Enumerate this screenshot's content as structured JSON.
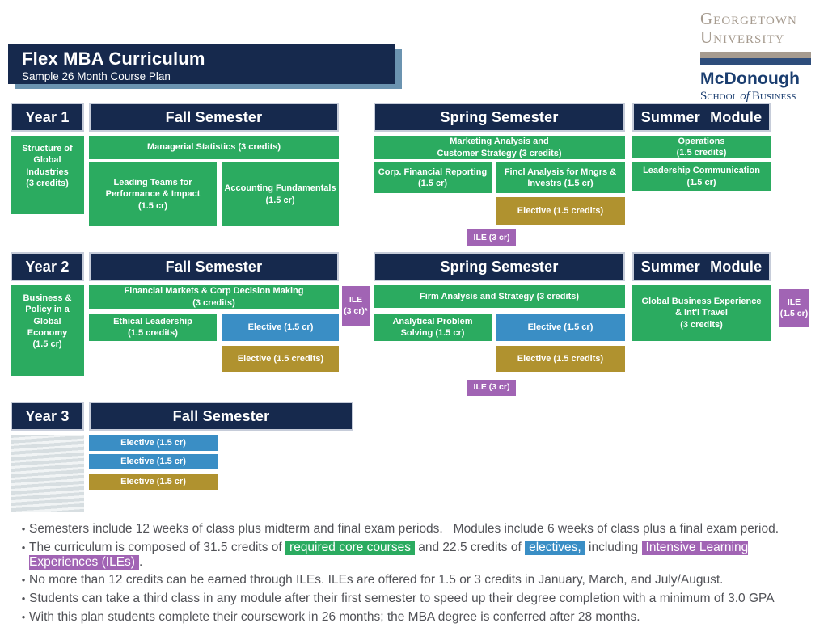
{
  "banner": {
    "title": "Flex MBA Curriculum",
    "subtitle": "Sample 26 Month Course Plan"
  },
  "logo": {
    "university_line1": "Georgetown",
    "university_line2": "University",
    "school_name": "McDonough",
    "school_line_pre": "School",
    "school_line_of": "of",
    "school_line_post": "Business"
  },
  "colors": {
    "navy": "#16294d",
    "core_green": "#2bab60",
    "elective_blue": "#3a8ec5",
    "elective_gold": "#b0922f",
    "ile_purple": "#a164b4",
    "banner_shadow": "#6b93b0",
    "wordmark_taupe": "#a69b8f",
    "logo_navy": "#1b3e70"
  },
  "bullet_char": "•",
  "year1": {
    "label": "Year 1",
    "side_course": "Structure of\nGlobal\nIndustries\n(3 credits)",
    "fall_header": "Fall Semester",
    "fall_c1": "Managerial Statistics (3 credits)",
    "fall_c2": "Leading Teams for\nPerformance & Impact\n(1.5 cr)",
    "fall_c3": "Accounting Fundamentals\n(1.5 cr)",
    "spring_header": "Spring Semester",
    "spring_c1": "Marketing Analysis and\nCustomer Strategy (3 credits)",
    "spring_c2": "Corp. Financial Reporting\n(1.5 cr)",
    "spring_c3": "Fincl Analysis for Mngrs &\nInvestrs (1.5 cr)",
    "spring_elective": "Elective (1.5 credits)",
    "spring_ile": "ILE (3 cr)",
    "summer_header": "Summer Module",
    "summer_c1": "Operations\n(1.5 credits)",
    "summer_c2": "Leadership Communication\n(1.5 cr)"
  },
  "year2": {
    "label": "Year 2",
    "side_course": "Business &\nPolicy in a\nGlobal\nEconomy\n(1.5 cr)",
    "fall_header": "Fall Semester",
    "fall_c1": "Financial Markets & Corp Decision Making\n(3 credits)",
    "fall_c2": "Ethical Leadership\n(1.5 credits)",
    "fall_elective_blue": "Elective (1.5 cr)",
    "fall_elective_gold": "Elective (1.5 credits)",
    "fall_ile": "ILE\n(3 cr)*",
    "spring_header": "Spring Semester",
    "spring_c1": "Firm Analysis and Strategy (3 credits)",
    "spring_c2": "Analytical Problem\nSolving (1.5 cr)",
    "spring_elective_blue": "Elective (1.5 cr)",
    "spring_elective_gold": "Elective (1.5 credits)",
    "spring_ile": "ILE (3 cr)",
    "summer_header": "Summer Module",
    "summer_c1": "Global Business Experience\n& Int'l Travel\n(3 credits)",
    "summer_ile": "ILE\n(1.5 cr)"
  },
  "year3": {
    "label": "Year 3",
    "fall_header": "Fall Semester",
    "elective1": "Elective (1.5 cr)",
    "elective2": "Elective (1.5 cr)",
    "elective3": "Elective (1.5 cr)"
  },
  "notes": {
    "n1": "Semesters include 12 weeks of class plus midterm and final exam periods.   Modules include 6 weeks of class plus a final exam period.",
    "n2_p1": "The curriculum is composed of 31.5 credits of ",
    "n2_hl_green": "required core courses",
    "n2_p2": " and 22.5 credits of ",
    "n2_hl_blue": "electives,",
    "n2_p3": " including ",
    "n2_hl_purple": "Intensive Learning Experiences (ILEs)",
    "n2_p4": ".",
    "n3": "No more than 12 credits can be earned through ILEs. ILEs are offered for 1.5 or 3 credits in January, March, and July/August.",
    "n4": "Students can take a third class in any module after their first semester to speed up their degree completion with a minimum of 3.0 GPA",
    "n5": "With this plan students complete their coursework in 26 months; the MBA degree is conferred after 28 months."
  }
}
